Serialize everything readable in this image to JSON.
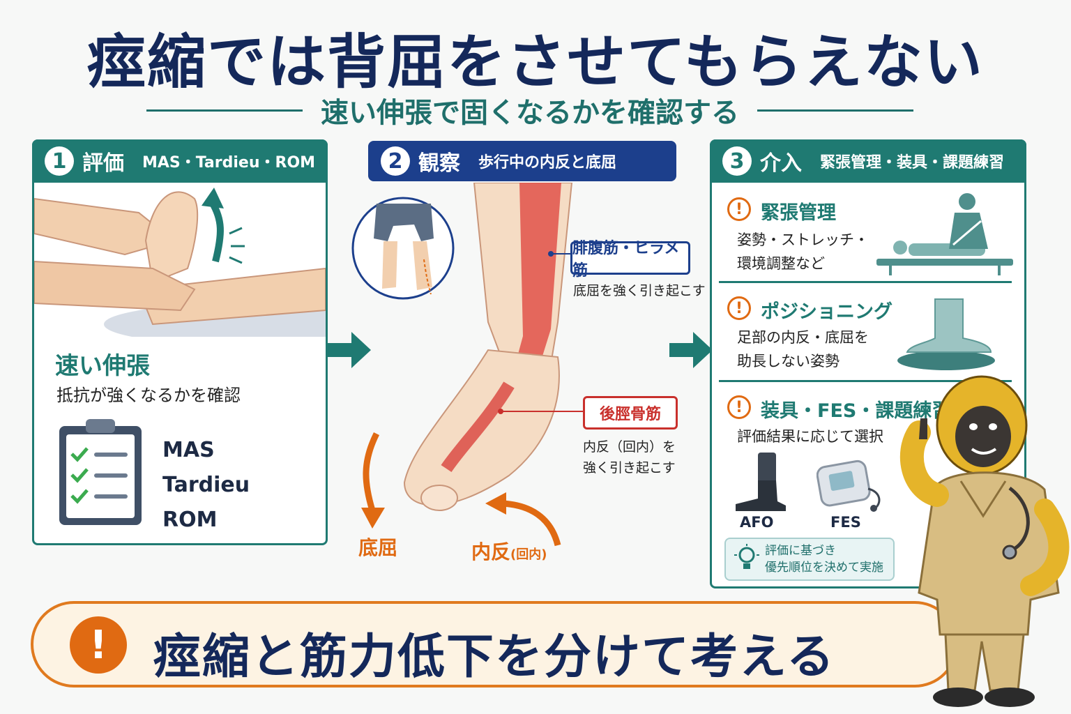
{
  "title": "痙縮では背屈をさせてもらえない",
  "subtitle": "速い伸張で固くなるかを確認する",
  "panel1": {
    "number": "1",
    "title": "評価",
    "subtitle": "MAS・Tardieu・ROM",
    "fast_stretch_title": "速い伸張",
    "fast_stretch_desc": "抵抗が強くなるかを確認",
    "checklist": [
      "MAS",
      "Tardieu",
      "ROM"
    ]
  },
  "panel2": {
    "number": "2",
    "title": "観察",
    "subtitle": "歩行中の内反と底屈",
    "callout_blue": "腓腹筋・ヒラメ筋",
    "callout_blue_note": "底屈を強く引き起こす",
    "callout_red": "後脛骨筋",
    "callout_red_note": [
      "内反（回内）を",
      "強く引き起こす"
    ],
    "label_plantarflexion": "底屈",
    "label_inversion": "内反",
    "label_inversion_small": "(回内)"
  },
  "panel3": {
    "number": "3",
    "title": "介入",
    "subtitle": "緊張管理・装具・課題練習",
    "sections": [
      {
        "title": "緊張管理",
        "desc": [
          "姿勢・ストレッチ・",
          "環境調整など"
        ]
      },
      {
        "title": "ポジショニング",
        "desc": [
          "足部の内反・底屈を",
          "助長しない姿勢"
        ]
      },
      {
        "title": "装具・FES・課題練習",
        "desc": [
          "評価結果に応じて選択"
        ]
      }
    ],
    "devices": [
      "AFO",
      "FES"
    ],
    "tip": [
      "評価に基づき",
      "優先順位を決めて実施"
    ]
  },
  "banner": "痙縮と筋力低下を分けて考える",
  "colors": {
    "teal": "#1f7a72",
    "navy": "#14285a",
    "blue": "#1c3f8c",
    "orange": "#e06a12",
    "red": "#c9302c"
  }
}
